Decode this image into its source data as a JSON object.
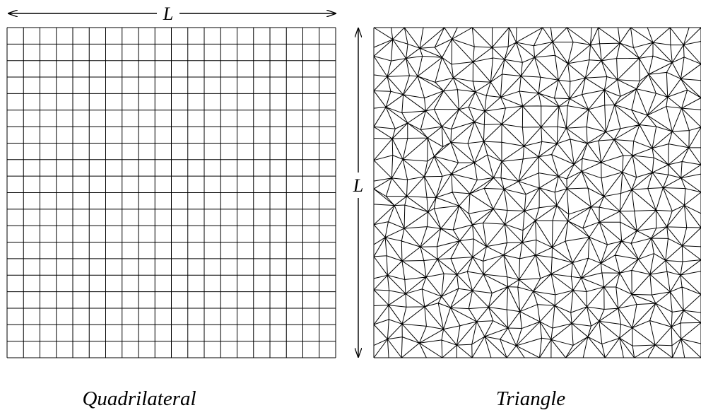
{
  "figure": {
    "dimension_label_top": "L",
    "dimension_label_side": "L",
    "caption_left": "Quadrilateral",
    "caption_right": "Triangle",
    "stroke_color": "#000000",
    "background_color": "#ffffff"
  },
  "quad_mesh": {
    "cols": 20,
    "rows": 20
  },
  "tri_mesh": {
    "divisions": 20,
    "jitter": 0.32,
    "seed": 7
  }
}
